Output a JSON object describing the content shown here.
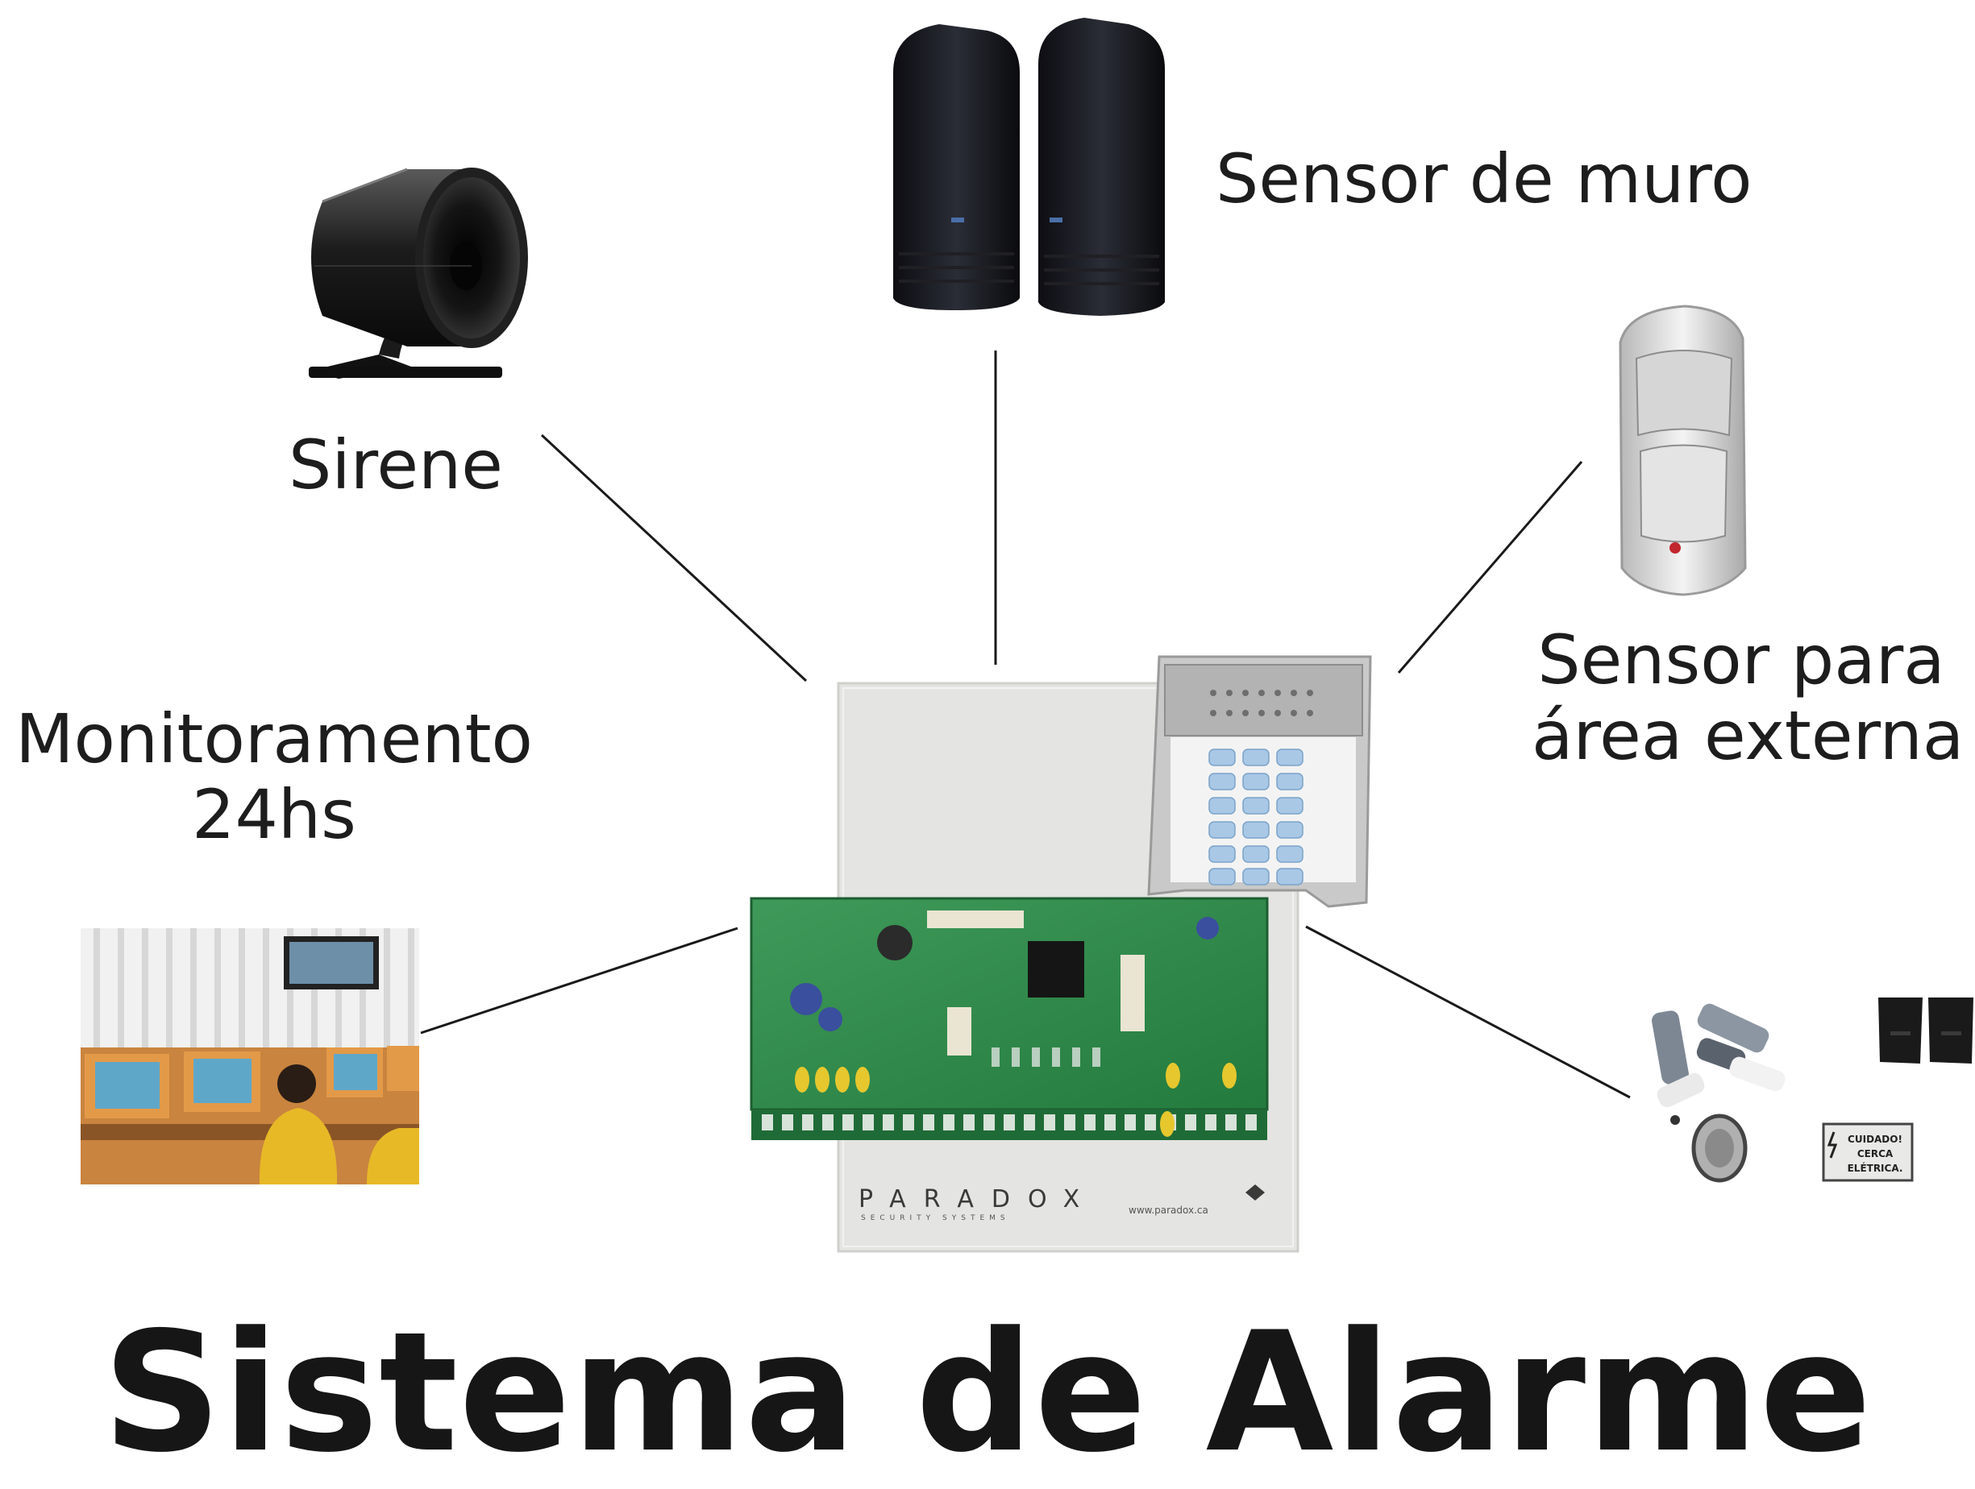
{
  "labels": {
    "sirene": "Sirene",
    "sensor_muro": "Sensor de muro",
    "sensor_area_externa": [
      "Sensor para",
      "área externa"
    ],
    "monitoramento": [
      "Monitoramento",
      "24hs"
    ]
  },
  "title": "Sistema de Alarme",
  "panel": {
    "brand": "PARADOX",
    "brand_sub": "SECURITY SYSTEMS",
    "website": "www.paradox.ca"
  },
  "sign": [
    "CUIDADO!",
    "CERCA",
    "ELÉTRICA."
  ],
  "colors": {
    "pcb_green": "#2f8a4c",
    "panel_gray": "#e4e4e2",
    "keypad_blue": "#a9c8e6",
    "booth_orange": "#d9822b"
  }
}
